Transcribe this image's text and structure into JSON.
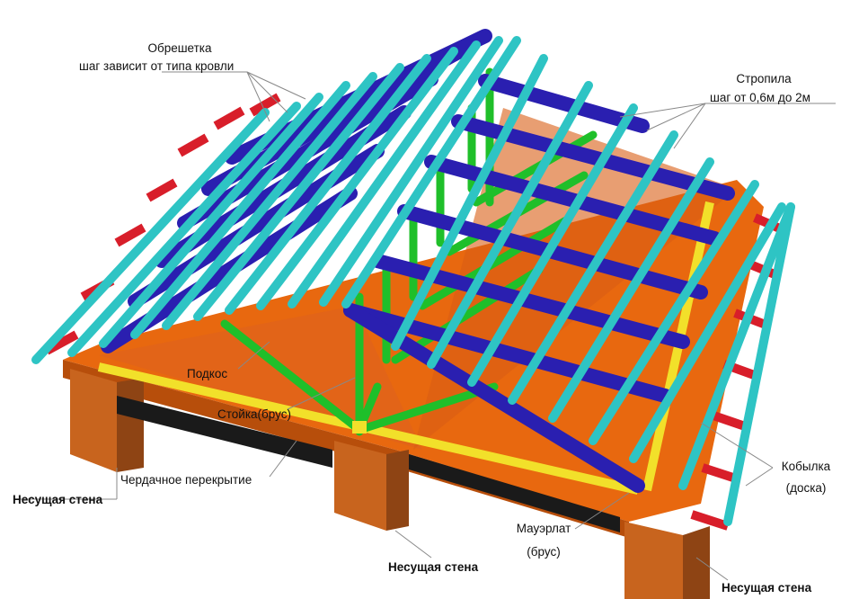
{
  "labels": {
    "obreshetka_title": "Обрешетка",
    "obreshetka_note": "шаг зависит от типа кровли",
    "stropila_title": "Стропила",
    "stropila_note": "шаг от 0,6м до 2м",
    "podkos": "Подкос",
    "stoika": "Стойка(брус)",
    "perekrytie": "Чердачное перекрытие",
    "stena_left": "Несущая стена",
    "stena_center": "Несущая стена",
    "stena_right": "Несущая стена",
    "kobylka_title": "Кобылка",
    "kobylka_note": "(доска)",
    "mauerlat_title": "Мауэрлат",
    "mauerlat_note": "(брус)"
  },
  "colors": {
    "batten": "#2ec4c4",
    "rafter": "#2a1fb0",
    "strut": "#1fbf2a",
    "filly": "#d81e2a",
    "wallplate": "#f2e02a",
    "floor": "#ea6a12",
    "wall": "#c8641e"
  }
}
